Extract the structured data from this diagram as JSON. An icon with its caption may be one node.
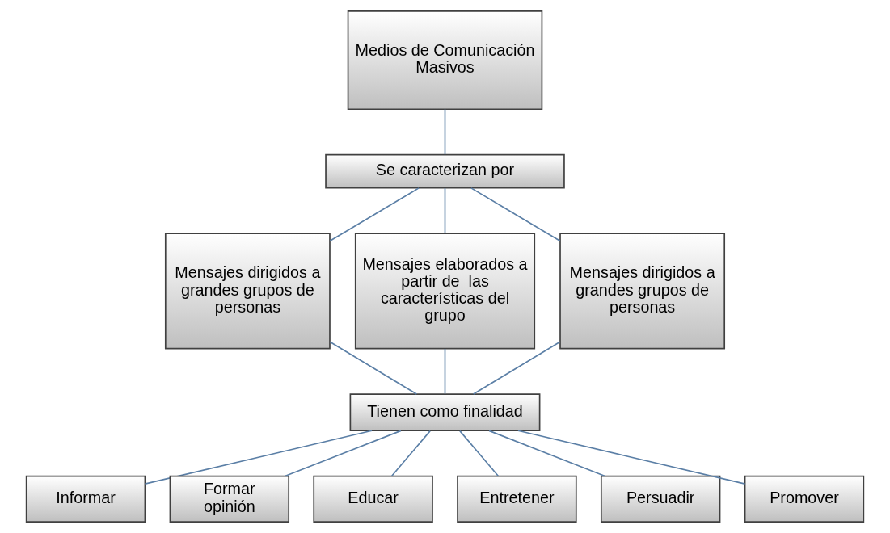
{
  "diagram": {
    "nodes": [
      {
        "text": [
          "Medios de Comunicación Masivos"
        ]
      },
      {
        "text": [
          "Se caracterizan por"
        ]
      },
      {
        "text": [
          "Mensajes dirigidos a grandes grupos de personas"
        ]
      },
      {
        "text": [
          "Mensajes elaborados a partir de  las características del grupo"
        ]
      },
      {
        "text": [
          "Mensajes dirigidos a grandes grupos de personas"
        ]
      },
      {
        "text": [
          "Tienen como finalidad"
        ]
      },
      {
        "text": [
          "Informar"
        ]
      },
      {
        "text": [
          "Formar opinión"
        ]
      },
      {
        "text": [
          "Educar"
        ]
      },
      {
        "text": [
          "Entretener"
        ]
      },
      {
        "text": [
          "Persuadir"
        ]
      },
      {
        "text": [
          "Promover"
        ]
      }
    ],
    "edges": [
      {
        "from": 0,
        "to": 1,
        "arrow": "none"
      },
      {
        "from": 1,
        "to": 2,
        "arrow": "none"
      },
      {
        "from": 1,
        "to": 3,
        "arrow": "none"
      },
      {
        "from": 1,
        "to": 4,
        "arrow": "none"
      },
      {
        "from": 2,
        "to": 5,
        "arrow": "none"
      },
      {
        "from": 3,
        "to": 5,
        "arrow": "none"
      },
      {
        "from": 4,
        "to": 5,
        "arrow": "none"
      },
      {
        "from": 5,
        "to": 6,
        "arrow": "none"
      },
      {
        "from": 5,
        "to": 7,
        "arrow": "none"
      },
      {
        "from": 5,
        "to": 8,
        "arrow": "none"
      },
      {
        "from": 5,
        "to": 9,
        "arrow": "none"
      },
      {
        "from": 5,
        "to": 10,
        "arrow": "none"
      },
      {
        "from": 5,
        "to": 11,
        "arrow": "none"
      }
    ]
  }
}
